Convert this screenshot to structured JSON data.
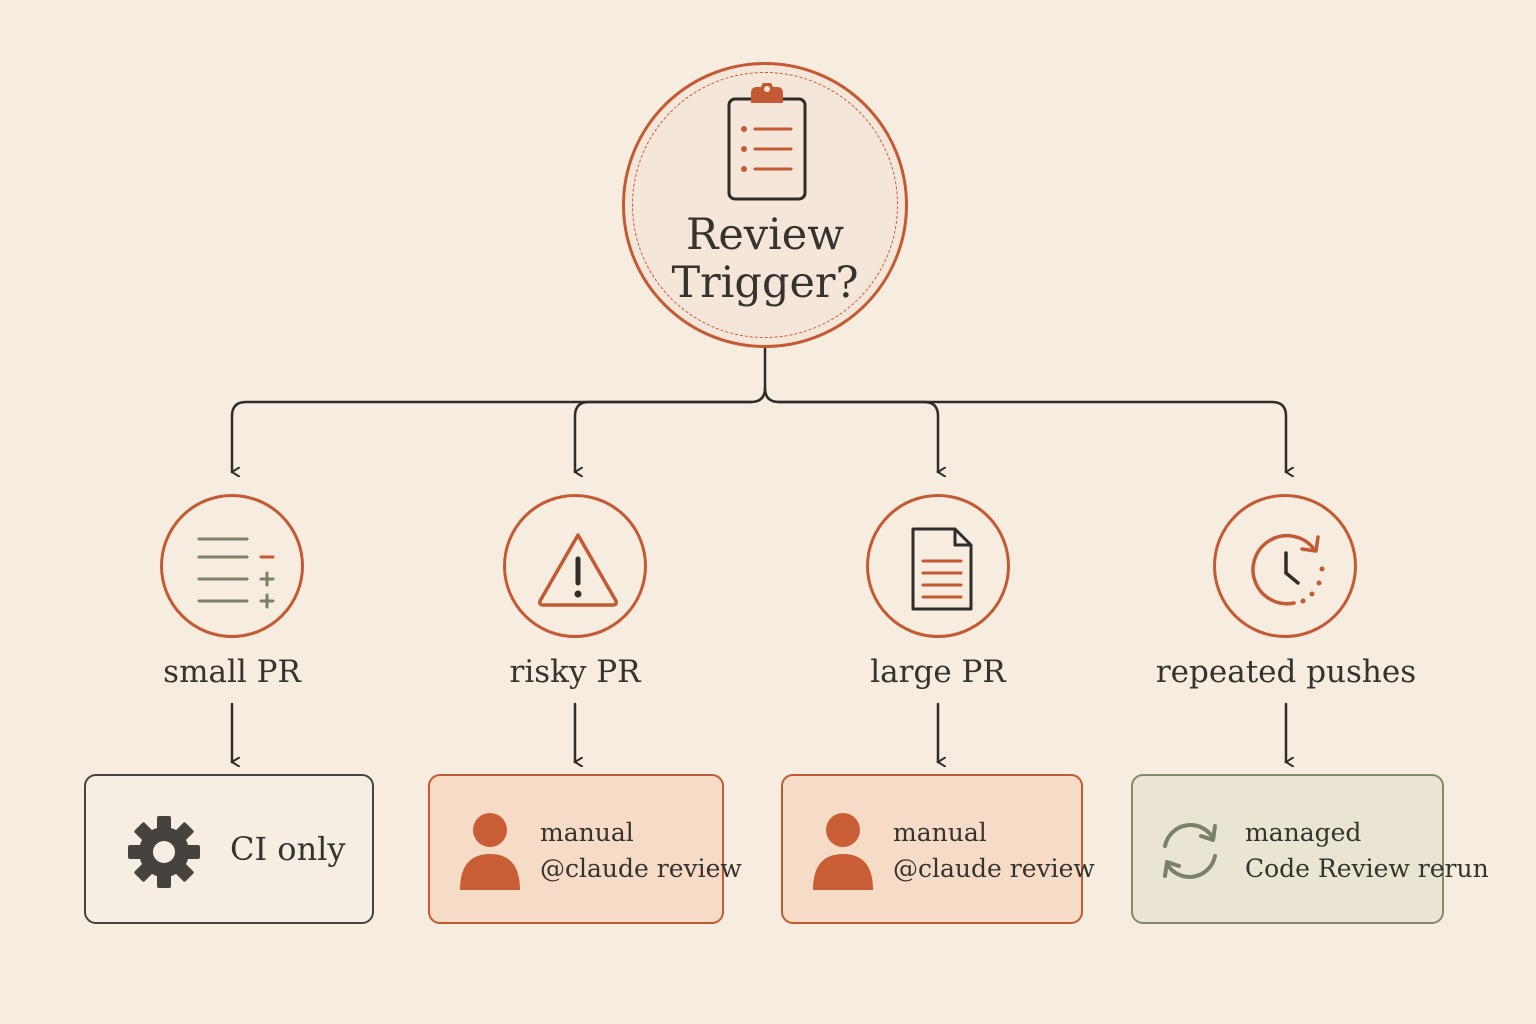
{
  "root": {
    "title": "Review Trigger?",
    "icon": "clipboard-list-icon"
  },
  "branches": [
    {
      "label": "small PR",
      "icon": "diff-lines-icon",
      "outcome": {
        "text": "CI only",
        "icon": "gear-icon",
        "style": "neutral"
      }
    },
    {
      "label": "risky PR",
      "icon": "warning-triangle-icon",
      "outcome": {
        "line1": "manual",
        "line2": "@claude review",
        "icon": "person-icon",
        "style": "orange"
      }
    },
    {
      "label": "large PR",
      "icon": "document-icon",
      "outcome": {
        "line1": "manual",
        "line2": "@claude review",
        "icon": "person-icon",
        "style": "orange"
      }
    },
    {
      "label": "repeated pushes",
      "icon": "clock-refresh-icon",
      "outcome": {
        "line1": "managed",
        "line2": "Code Review rerun",
        "icon": "refresh-arrows-icon",
        "style": "green"
      }
    }
  ],
  "colors": {
    "background": "#f6ecdf",
    "accent": "#c45a33",
    "ink": "#2f2d29",
    "green": "#808a71",
    "orange_fill": "#f6dbc6"
  }
}
